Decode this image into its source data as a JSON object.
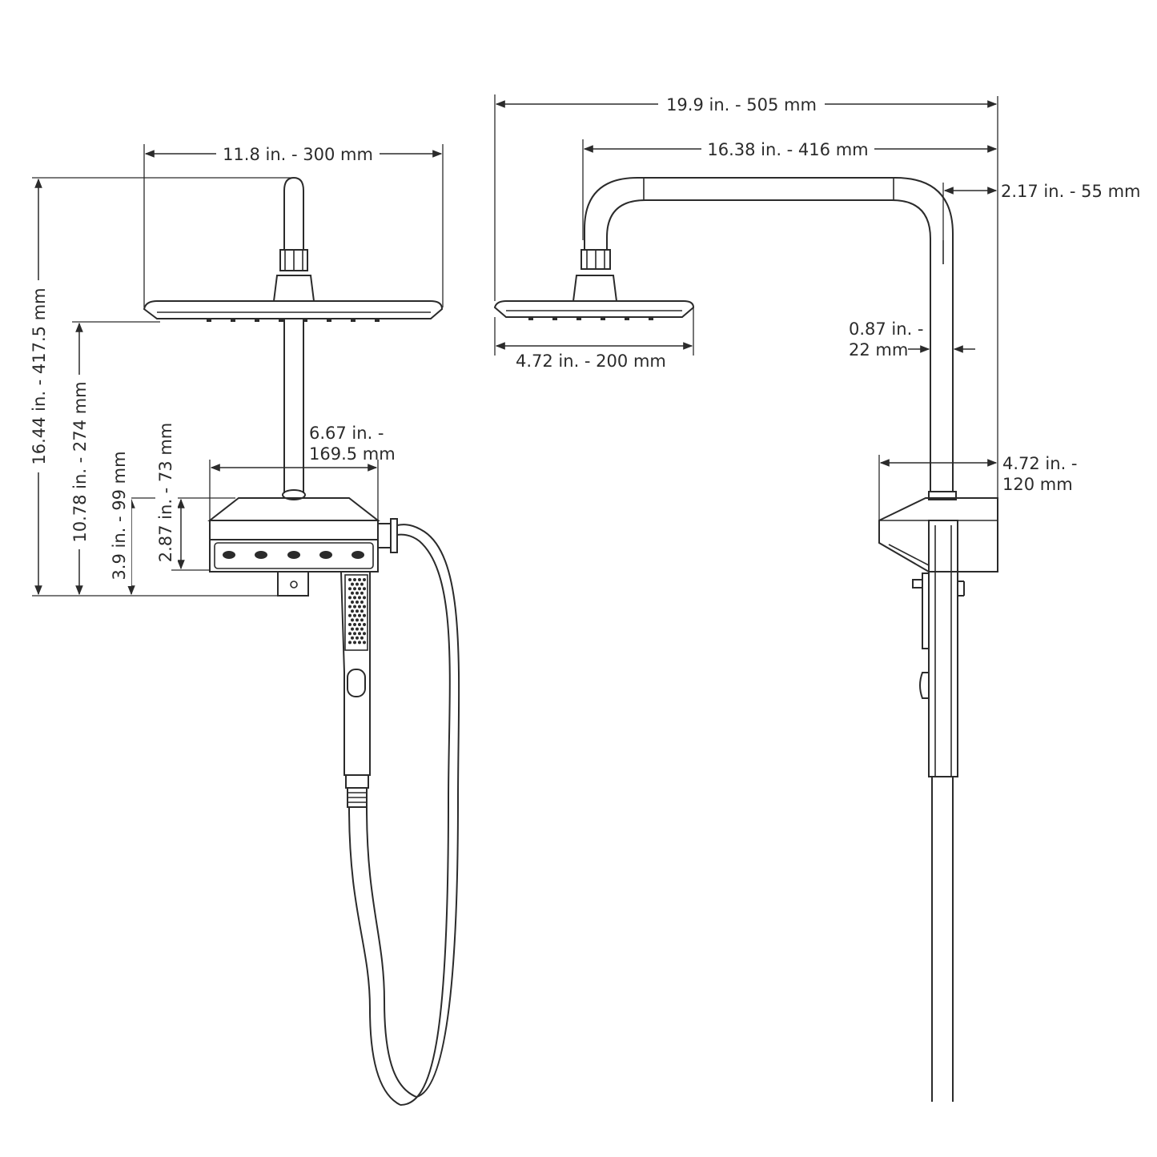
{
  "dimensions": {
    "front_head_width": "11.8 in. - 300 mm",
    "total_height": "16.44 in. - 417.5 mm",
    "head_to_bottom": "10.78 in. - 274 mm",
    "holder_height": "3.9 in. - 99 mm",
    "holder_body_height": "2.87 in. - 73 mm",
    "holder_width_line1": "6.67 in. -",
    "holder_width_line2": "169.5 mm",
    "side_total_width": "19.9 in. - 505 mm",
    "side_arm_width": "16.38 in. - 416 mm",
    "wall_offset": "2.17 in. - 55 mm",
    "side_head_width": "4.72 in. - 200 mm",
    "pipe_dia_line1": "0.87 in. -",
    "pipe_dia_line2": "22 mm",
    "holder_depth_line1": "4.72 in. -",
    "holder_depth_line2": "120 mm"
  },
  "colors": {
    "line": "#2b2b2b",
    "background": "#ffffff"
  }
}
